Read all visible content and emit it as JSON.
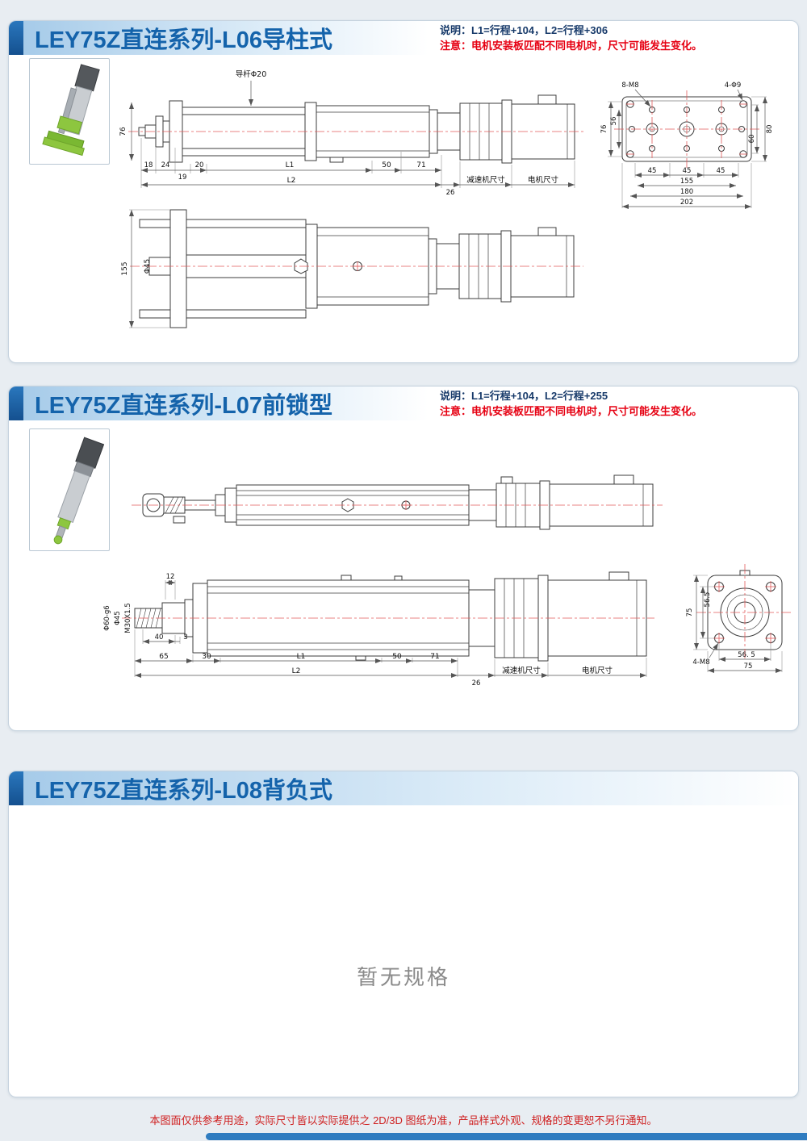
{
  "colors": {
    "accent_blue": "#1463ab",
    "warn_red": "#e60012",
    "centerline_red": "#e25b5b",
    "footer_bar_blue": "#2f7cc0",
    "product_green": "#8dc63f"
  },
  "sections": {
    "l06": {
      "title": "LEY75Z直连系列-L06导柱式",
      "note1": "说明：L1=行程+104，L2=行程+306",
      "note2": "注意：电机安装板匹配不同电机时，尺寸可能发生变化。",
      "labels": {
        "guide_rod": "导杆Φ20",
        "dim76": "76",
        "d18": "18",
        "d24": "24",
        "d19": "19",
        "d20": "20",
        "L1": "L1",
        "d50": "50",
        "d71": "71",
        "L2": "L2",
        "d26": "26",
        "reducer": "减速机尺寸",
        "motor": "电机尺寸",
        "m8": "8-M8",
        "phi9": "4-Φ9",
        "v76": "76",
        "v56": "56",
        "v60": "60",
        "v80": "80",
        "f45a": "45",
        "f45b": "45",
        "f45c": "45",
        "f155": "155",
        "f180": "180",
        "f202": "202",
        "side155": "155",
        "phi45": "Φ45"
      }
    },
    "l07": {
      "title": "LEY75Z直连系列-L07前锁型",
      "note1": "说明：L1=行程+104，L2=行程+255",
      "note2": "注意：电机安装板匹配不同电机时，尺寸可能发生变化。",
      "labels": {
        "d12": "12",
        "phi60": "Φ60-g6",
        "phi45": "Φ45",
        "m30": "M30X1.5",
        "d40": "40",
        "d3": "3",
        "d65": "65",
        "d30": "30",
        "L1": "L1",
        "d50": "50",
        "d71": "71",
        "L2": "L2",
        "d26": "26",
        "reducer": "减速机尺寸",
        "motor": "电机尺寸",
        "v75": "75",
        "v565": "56.5",
        "m8": "4-M8",
        "b565": "56. 5",
        "b75": "75"
      }
    },
    "l08": {
      "title": "LEY75Z直连系列-L08背负式",
      "empty": "暂无规格"
    }
  },
  "footer": {
    "note": "本图面仅供参考用途，实际尺寸皆以实际提供之 2D/3D 图纸为准，产品样式外观、规格的变更恕不另行通知。"
  }
}
